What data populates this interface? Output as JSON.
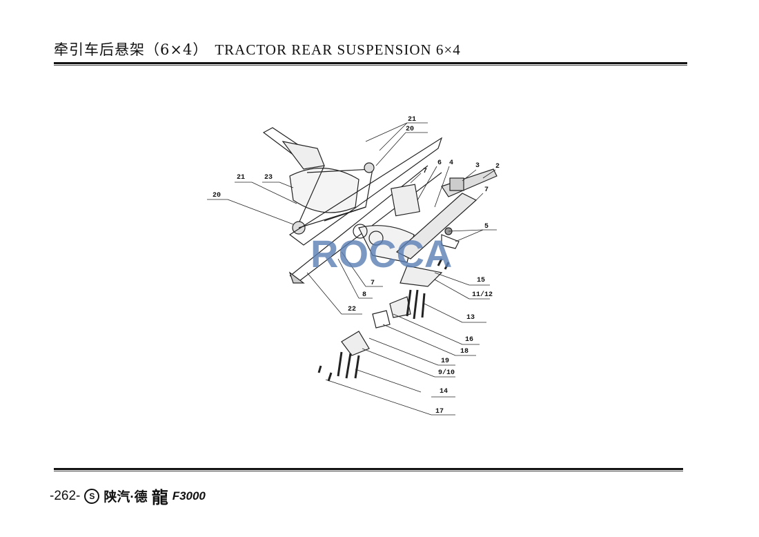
{
  "header": {
    "title_cn": "牵引车后悬架（6×4）",
    "title_en": "TRACTOR REAR SUSPENSION 6×4"
  },
  "diagram": {
    "watermark": "ROCCA",
    "callouts": [
      "21",
      "20",
      "21",
      "23",
      "20",
      "6",
      "4",
      "3",
      "2",
      "7",
      "7",
      "5",
      "15",
      "11/12",
      "13",
      "16",
      "18",
      "19",
      "9/10",
      "14",
      "17",
      "7",
      "8",
      "22"
    ]
  },
  "footer": {
    "page_number": "-262-",
    "brand_cn": "陕汽·德",
    "brand_glyph": "龍",
    "model": "F3000"
  }
}
